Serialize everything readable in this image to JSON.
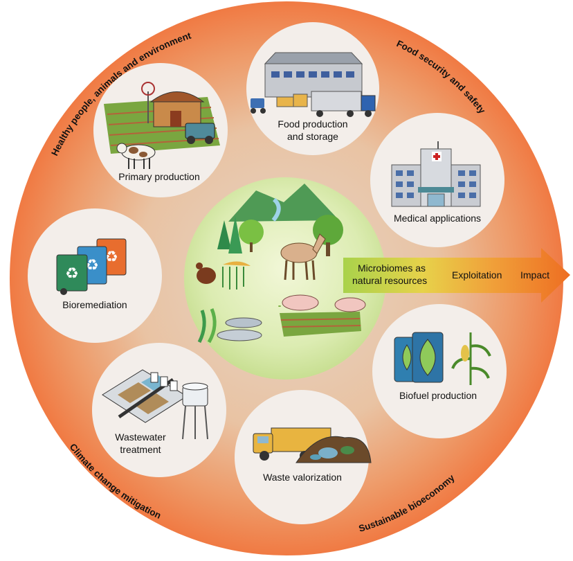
{
  "ring_labels": {
    "top_left": "Healthy people, animals and environment",
    "top_right": "Food security and safety",
    "bottom_left": "Climate change mitigation",
    "bottom_right": "Sustainable bioeconomy"
  },
  "nodes": {
    "primary_production": "Primary production",
    "food_production_line1": "Food production",
    "food_production_line2": "and storage",
    "medical_applications": "Medical applications",
    "bioremediation": "Bioremediation",
    "biofuel_production": "Biofuel production",
    "wastewater_line1": "Wastewater",
    "wastewater_line2": "treatment",
    "waste_valorization": "Waste valorization"
  },
  "arrow": {
    "source_line1": "Microbiomes as",
    "source_line2": "natural resources",
    "stage1": "Exploitation",
    "stage2": "Impact"
  },
  "icons": {
    "center": "natural-ecosystem-icon",
    "primary_production": "farm-icon",
    "food_production": "warehouse-truck-icon",
    "medical_applications": "hospital-icon",
    "bioremediation": "recycling-bins-icon",
    "biofuel_production": "fuel-barrels-icon",
    "wastewater_treatment": "water-treatment-plant-icon",
    "waste_valorization": "garbage-truck-icon"
  },
  "colors": {
    "ring_outer": "#f07a43",
    "ring_inner": "#e8cbb3",
    "node_fill": "#f3eeea",
    "center_fill": "#d3e6a8",
    "arrow_start": "#a8d14a",
    "arrow_end": "#ef7a2b"
  }
}
